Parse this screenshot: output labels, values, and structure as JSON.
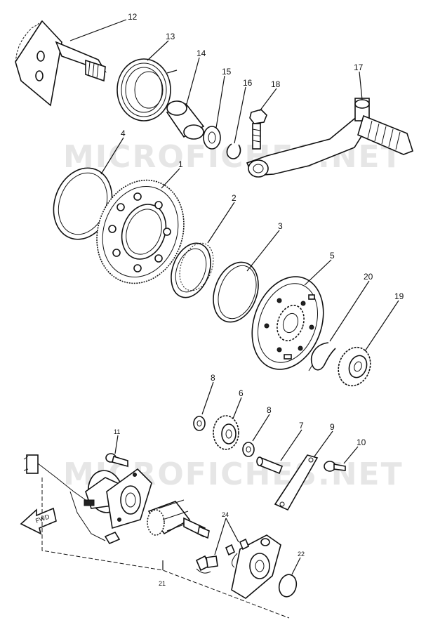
{
  "watermarks": [
    "MICROFICHES.NET",
    "MICROFICHES.NET"
  ],
  "direction_tag": "FWD",
  "callouts": [
    {
      "id": "callout-12",
      "text": "12"
    },
    {
      "id": "callout-13",
      "text": "13"
    },
    {
      "id": "callout-14",
      "text": "14"
    },
    {
      "id": "callout-15",
      "text": "15"
    },
    {
      "id": "callout-16",
      "text": "16"
    },
    {
      "id": "callout-18",
      "text": "18"
    },
    {
      "id": "callout-17",
      "text": "17"
    },
    {
      "id": "callout-4",
      "text": "4"
    },
    {
      "id": "callout-1",
      "text": "1"
    },
    {
      "id": "callout-2",
      "text": "2"
    },
    {
      "id": "callout-3",
      "text": "3"
    },
    {
      "id": "callout-5",
      "text": "5"
    },
    {
      "id": "callout-20",
      "text": "20"
    },
    {
      "id": "callout-19",
      "text": "19"
    },
    {
      "id": "callout-8a",
      "text": "8"
    },
    {
      "id": "callout-6",
      "text": "6"
    },
    {
      "id": "callout-8b",
      "text": "8"
    },
    {
      "id": "callout-7",
      "text": "7"
    },
    {
      "id": "callout-9",
      "text": "9"
    },
    {
      "id": "callout-10",
      "text": "10"
    },
    {
      "id": "callout-11",
      "text": "11"
    },
    {
      "id": "callout-24",
      "text": "24"
    },
    {
      "id": "callout-22",
      "text": "22"
    },
    {
      "id": "callout-21",
      "text": "21"
    }
  ]
}
